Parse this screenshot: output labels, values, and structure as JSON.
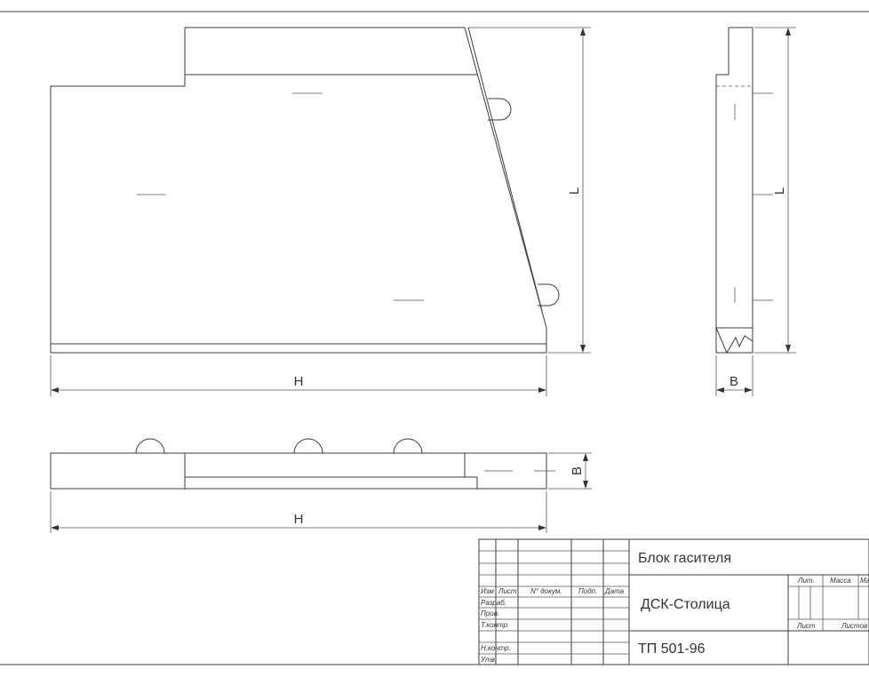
{
  "dimensions": {
    "front_width": "H",
    "front_height": "L",
    "side_height": "L",
    "side_width": "B",
    "plan_width": "H",
    "plan_height": "B"
  },
  "title_block": {
    "title": "Блок гасителя",
    "organization": "ДСК-Столица",
    "document": "ТП 501-96",
    "header": {
      "izm": "Изм",
      "list": "Лист",
      "doc_no": "N° докум.",
      "sign": "Подп.",
      "date": "Дата"
    },
    "roles": [
      "Разраб.",
      "Пров.",
      "Т.контр.",
      "Н.контр.",
      "Утв."
    ],
    "lit": "Лит.",
    "mass": "Масса",
    "scale": "Ма",
    "sheet": "Лист",
    "sheets": "Листов"
  },
  "colors": {
    "line": "#3a3a3a",
    "background": "#ffffff"
  }
}
